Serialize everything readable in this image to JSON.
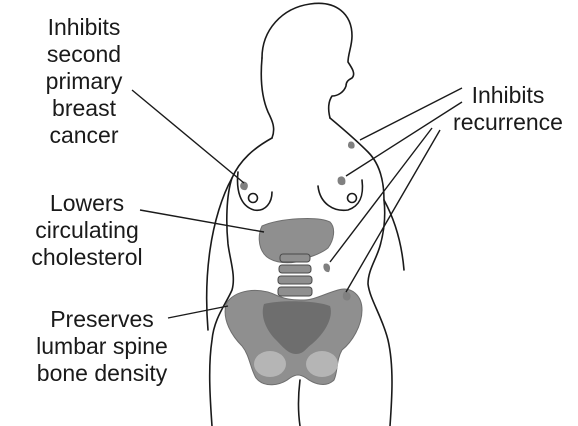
{
  "labels": {
    "second_primary": [
      "Inhibits",
      "second",
      "primary",
      "breast",
      "cancer"
    ],
    "recurrence": [
      "Inhibits",
      "recurrence"
    ],
    "cholesterol": [
      "Lowers",
      "circulating",
      "cholesterol"
    ],
    "bone_density": [
      "Preserves",
      "lumbar spine",
      "bone density"
    ]
  },
  "colors": {
    "outline": "#1a1a1a",
    "organ_fill": "#8f8f8f",
    "organ_dark": "#6e6e6e",
    "lesion": "#808080"
  }
}
